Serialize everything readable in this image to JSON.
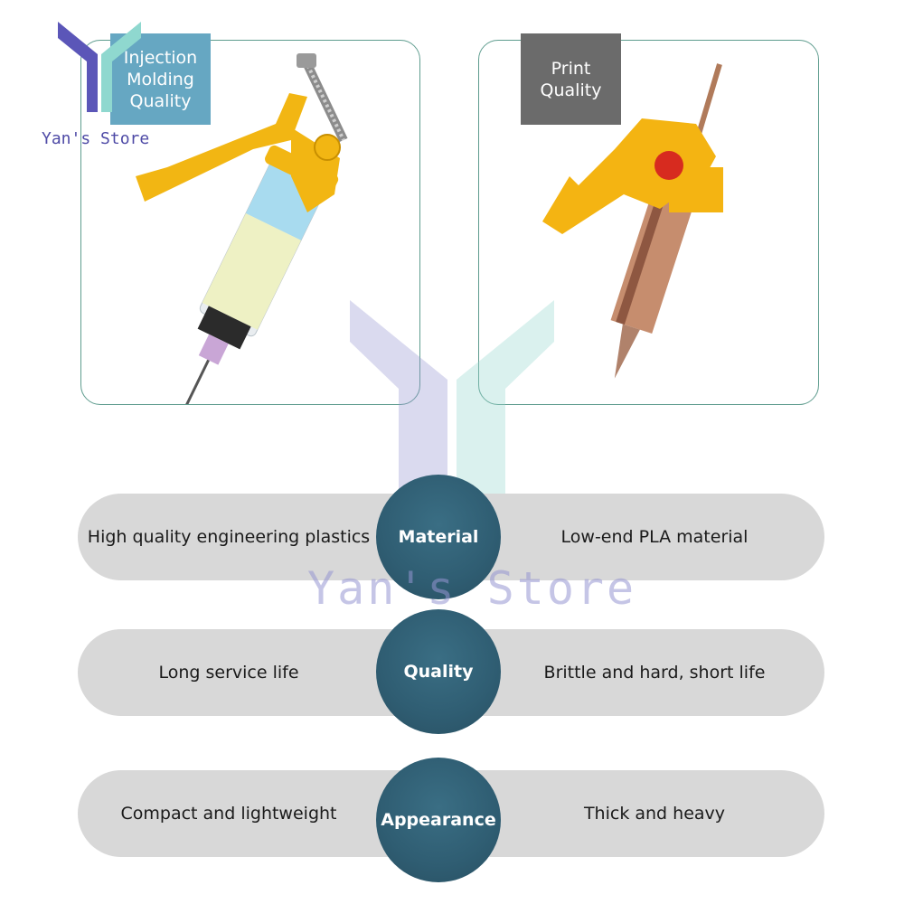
{
  "brand": {
    "name": "Yan's Store",
    "watermark": "Yan's Store"
  },
  "left_panel": {
    "tag_lines": [
      "Injection",
      "Molding",
      "Quality"
    ]
  },
  "right_panel": {
    "tag_lines": [
      "Print",
      "Quality"
    ]
  },
  "comparisons": [
    {
      "category": "Material",
      "left": "High quality engineering plastics",
      "right": "Low-end PLA material"
    },
    {
      "category": "Quality",
      "left": "Long service life",
      "right": "Brittle and hard, short life"
    },
    {
      "category": "Appearance",
      "left": "Compact and lightweight",
      "right": "Thick and heavy"
    }
  ],
  "colors": {
    "panel_border": "#5e9c8e",
    "tag_left": "#66a7c2",
    "tag_right": "#6b6b6b",
    "pill": "#d8d8d8",
    "circle": "#2f5d72",
    "plunger_yellow": "#f2b613"
  }
}
